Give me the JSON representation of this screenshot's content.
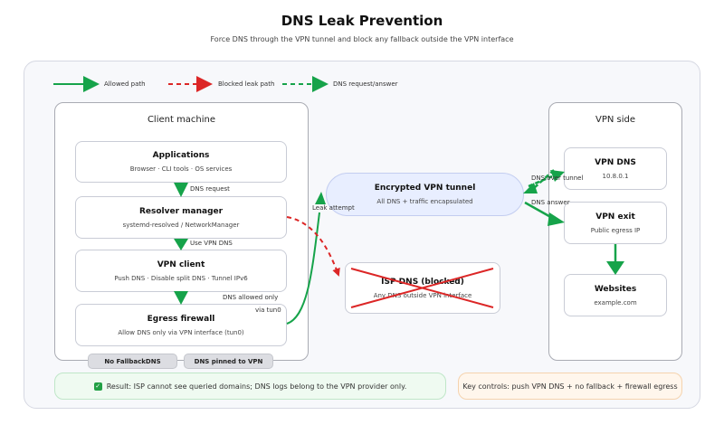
{
  "title": "DNS Leak Prevention",
  "subtitle": "Force DNS through the VPN tunnel and block any fallback outside the VPN interface",
  "legend": {
    "allowed": "Allowed path",
    "blocked": "Blocked leak path",
    "dns": "DNS request/answer"
  },
  "client": {
    "title": "Client machine",
    "applications": {
      "title": "Applications",
      "subtitle": "Browser · CLI tools · OS services"
    },
    "resolver": {
      "title": "Resolver manager",
      "subtitle": "systemd-resolved / NetworkManager"
    },
    "vpn_client": {
      "title": "VPN client",
      "subtitle": "Push DNS · Disable split DNS · Tunnel IPv6"
    },
    "firewall": {
      "title": "Egress firewall",
      "subtitle": "Allow DNS only via VPN interface (tun0)"
    },
    "badges": [
      "No FallbackDNS",
      "DNS pinned to VPN"
    ]
  },
  "edges": {
    "dns_request": "DNS request",
    "use_vpn_dns": "Use VPN DNS",
    "dns_allowed_1": "DNS allowed only",
    "dns_allowed_2": "via tun0",
    "leak_attempt": "Leak attempt",
    "dns_over_tunnel": "DNS over tunnel",
    "dns_answer": "DNS answer"
  },
  "tunnel": {
    "title": "Encrypted VPN tunnel",
    "subtitle": "All DNS + traffic encapsulated"
  },
  "isp": {
    "title": "ISP DNS (blocked)",
    "subtitle": "Any DNS outside VPN interface"
  },
  "vpn_side": {
    "title": "VPN side",
    "dns": {
      "title": "VPN DNS",
      "subtitle": "10.8.0.1"
    },
    "exit": {
      "title": "VPN exit",
      "subtitle": "Public egress IP"
    },
    "websites": {
      "title": "Websites",
      "subtitle": "example.com"
    }
  },
  "notes": {
    "result": "Result: ISP cannot see queried domains; DNS logs belong to the VPN provider only.",
    "controls": "Key controls: push VPN DNS + no fallback + firewall egress"
  },
  "colors": {
    "allowed": "#16a34a",
    "blocked": "#dc2626",
    "tunnel_fill": "#e8eeff",
    "result_fill": "#effaf1",
    "controls_fill": "#fff6ec"
  }
}
